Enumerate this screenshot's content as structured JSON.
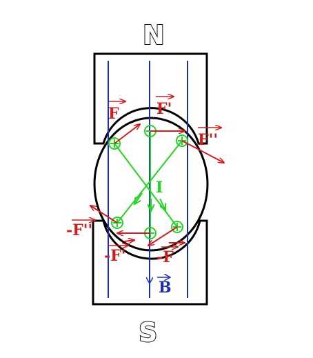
{
  "poles": {
    "north": "N",
    "south": "S"
  },
  "forces": {
    "f_top_left": "F",
    "f_top_center": "F'",
    "f_top_right": "F''",
    "f_bottom_left": "-F''",
    "f_bottom_center": "-F'",
    "f_bottom_right": "-F"
  },
  "current_label": "I",
  "field_label": "B",
  "colors": {
    "field_lines": "#1a2fb0",
    "force_arrows": "#cc1f1f",
    "current": "#22d422",
    "magnet_outline": "#000000"
  }
}
